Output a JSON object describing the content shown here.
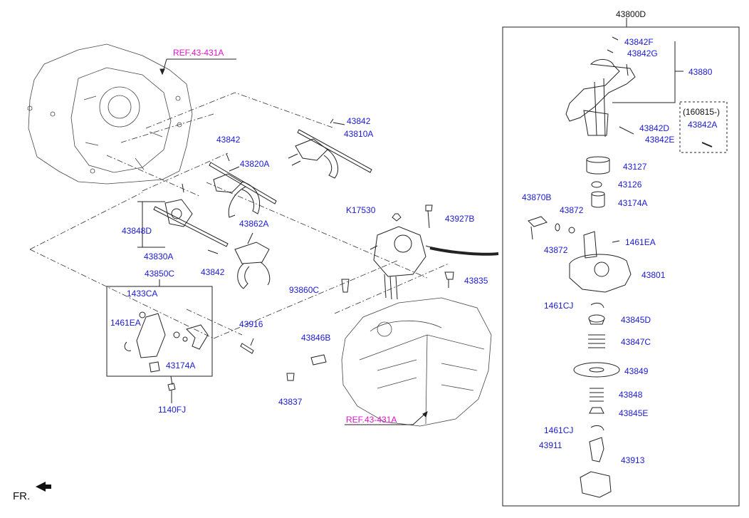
{
  "colors": {
    "part_number": "#1a1ad6",
    "reference": "#e016c8",
    "line": "#222222"
  },
  "title_box": "43800D",
  "refs": {
    "ref_top": "REF.43-431A",
    "ref_bottom": "REF.43-431A"
  },
  "direction": "FR.",
  "variant_note": "(160815-)",
  "parts": {
    "p43842f": "43842F",
    "p43842g": "43842G",
    "p43880": "43880",
    "p43842d": "43842D",
    "p43842e": "43842E",
    "p43842a": "43842A",
    "p43127": "43127",
    "p43126": "43126",
    "p43174a_r": "43174A",
    "p43870b": "43870B",
    "p43872_a": "43872",
    "p43872_b": "43872",
    "p1461ea_r": "1461EA",
    "p43801": "43801",
    "p1461cj_a": "1461CJ",
    "p43845d": "43845D",
    "p43847c": "43847C",
    "p43849": "43849",
    "p43848": "43848",
    "p43845e": "43845E",
    "p1461cj_b": "1461CJ",
    "p43911": "43911",
    "p43913": "43913",
    "p43842_top": "43842",
    "p43810a": "43810A",
    "p43842_mid": "43842",
    "p43820a": "43820A",
    "p43848d": "43848D",
    "p43862a": "43862A",
    "p43830a": "43830A",
    "p43842_low": "43842",
    "p43850c": "43850C",
    "p1433ca": "1433CA",
    "p1461ea_l": "1461EA",
    "p43916": "43916",
    "p43174a_l": "43174A",
    "p1140fj": "1140FJ",
    "pk17530": "K17530",
    "p43927b": "43927B",
    "p93860c": "93860C",
    "p43835": "43835",
    "p43846b": "43846B",
    "p43837": "43837"
  }
}
